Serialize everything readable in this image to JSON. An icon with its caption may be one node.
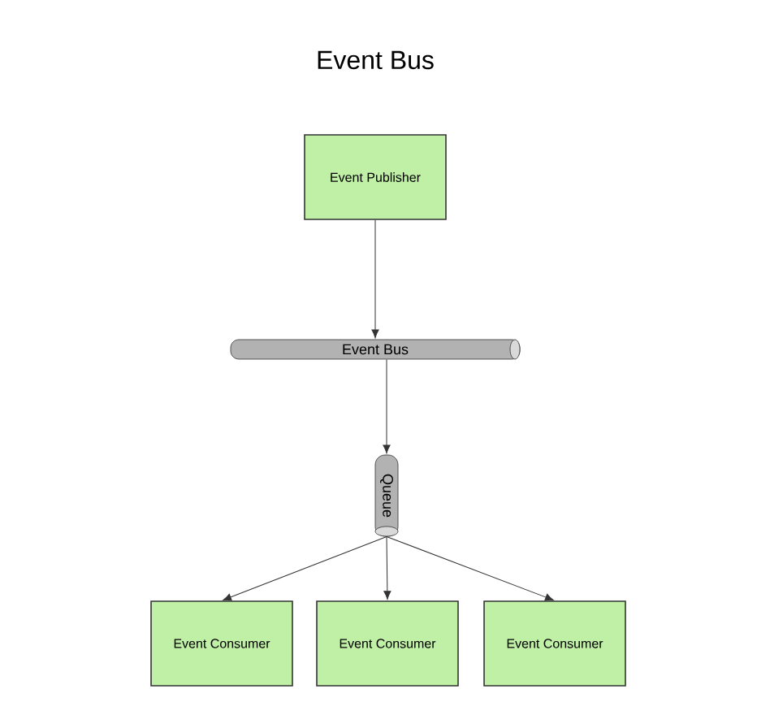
{
  "diagram": {
    "title": "Event Bus",
    "nodes": [
      {
        "text": [
          "Event Publisher"
        ]
      },
      {
        "text": [
          "Event Bus"
        ]
      },
      {
        "text": [
          "Queue"
        ]
      },
      {
        "text": [
          "Event Consumer"
        ]
      },
      {
        "text": [
          "Event Consumer"
        ]
      },
      {
        "text": [
          "Event Consumer"
        ]
      }
    ],
    "edges": [
      {
        "from": 0,
        "to": 1,
        "arrow": "to"
      },
      {
        "from": 1,
        "to": 2,
        "arrow": "to"
      },
      {
        "from": 2,
        "to": 3,
        "arrow": "to"
      },
      {
        "from": 2,
        "to": 4,
        "arrow": "to"
      },
      {
        "from": 2,
        "to": 5,
        "arrow": "to"
      }
    ]
  }
}
